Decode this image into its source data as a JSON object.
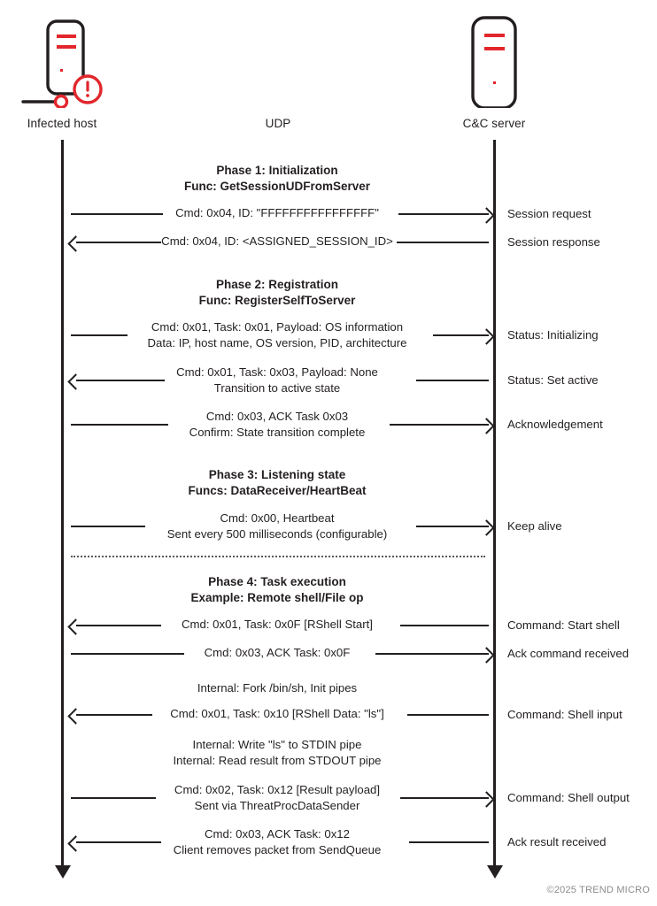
{
  "actors": {
    "left": {
      "label": "Infected host",
      "icon": "infected-server-icon"
    },
    "middle": {
      "label": "UDP"
    },
    "right": {
      "label": "C&C server",
      "icon": "server-icon"
    }
  },
  "colors": {
    "ink": "#231f20",
    "accent_red": "#e2262c",
    "dotted": "#58585b",
    "footer_gray": "#8c8c8c"
  },
  "phases": [
    {
      "title": "Phase 1: Initialization",
      "subtitle": "Func: GetSessionUDFromServer"
    },
    {
      "title": "Phase 2: Registration",
      "subtitle": "Func: RegisterSelfToServer"
    },
    {
      "title": "Phase 3: Listening state",
      "subtitle": "Funcs: DataReceiver/HeartBeat"
    },
    {
      "title": "Phase 4: Task execution",
      "subtitle": "Example: Remote shell/File op"
    }
  ],
  "messages": [
    {
      "line1": "Cmd: 0x04, ID: \"FFFFFFFFFFFFFFFF\"",
      "line2": "",
      "direction": "right",
      "note": "Session request"
    },
    {
      "line1": "Cmd: 0x04, ID: <ASSIGNED_SESSION_ID>",
      "line2": "",
      "direction": "left",
      "note": "Session response"
    },
    {
      "line1": "Cmd: 0x01, Task: 0x01, Payload: OS information",
      "line2": "Data: IP, host name, OS version, PID, architecture",
      "direction": "right",
      "note": "Status: Initializing"
    },
    {
      "line1": "Cmd: 0x01, Task: 0x03, Payload: None",
      "line2": "Transition to active state",
      "direction": "left",
      "note": "Status: Set active"
    },
    {
      "line1": "Cmd: 0x03, ACK Task 0x03",
      "line2": "Confirm: State transition complete",
      "direction": "right",
      "note": "Acknowledgement"
    },
    {
      "line1": "Cmd: 0x00, Heartbeat",
      "line2": "Sent every 500 milliseconds (configurable)",
      "direction": "right",
      "note": "Keep alive"
    },
    {
      "line1": "Cmd: 0x01, Task: 0x0F [RShell Start]",
      "line2": "",
      "direction": "left",
      "note": "Command: Start shell"
    },
    {
      "line1": "Cmd: 0x03, ACK Task: 0x0F",
      "line2": "",
      "direction": "right",
      "note": "Ack command received"
    },
    {
      "line1": "Cmd: 0x01, Task: 0x10 [RShell Data: \"ls\"]",
      "line2": "",
      "direction": "left",
      "note": "Command: Shell input"
    },
    {
      "line1": "Cmd: 0x02, Task: 0x12 [Result payload]",
      "line2": "Sent via ThreatProcDataSender",
      "direction": "right",
      "note": "Command: Shell output"
    },
    {
      "line1": "Cmd: 0x03, ACK Task: 0x12",
      "line2": "Client removes packet from SendQueue",
      "direction": "left",
      "note": "Ack result received"
    }
  ],
  "internal_notes": [
    {
      "line1": "Internal: Fork /bin/sh, Init pipes",
      "line2": ""
    },
    {
      "line1": "Internal: Write \"ls\" to STDIN pipe",
      "line2": "Internal: Read result from STDOUT pipe"
    }
  ],
  "footer": {
    "copyright": "©2025 TREND MICRO"
  }
}
